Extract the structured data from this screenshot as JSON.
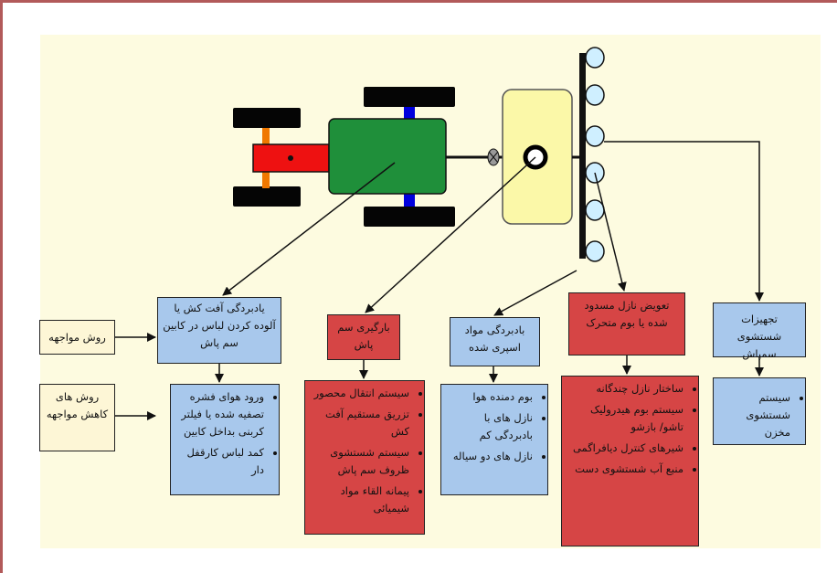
{
  "rows": {
    "exposure_route": "روش مواجهه",
    "reduction_methods": "روش های کاهش مواجهه"
  },
  "columns": [
    {
      "heading": "یادبردگی آفت کش یا آلوده کردن لباس در کابین سم پاش",
      "heading_color": "#a8c8ec",
      "items": [
        "ورود هوای فشره تصفیه شده یا فیلتر کربنی بداخل کابین",
        "کمد لباس کارقفل دار"
      ],
      "items_color": "#a8c8ec"
    },
    {
      "heading": "بارگیری سم پاش",
      "heading_color": "#d64545",
      "items": [
        "سیستم انتقال محصور",
        "تزریق مستقیم آفت کش",
        "سیستم شستشوی ظروف سم پاش",
        "پیمانه القاء مواد شیمیائی"
      ],
      "items_color": "#d64545"
    },
    {
      "heading": "بادبردگی مواد اسپری شده",
      "heading_color": "#a8c8ec",
      "items": [
        "بوم دمنده هوا",
        "نازل های با بادبردگی کم",
        "نازل های دو سیاله"
      ],
      "items_color": "#a8c8ec"
    },
    {
      "heading": "تعویض نازل مسدود شده یا بوم متحرک",
      "heading_color": "#d64545",
      "items": [
        "ساختار نازل چندگانه",
        "سیستم بوم هیدرولیک تاشو/ بازشو",
        "شیرهای کنترل دیافراگمی",
        "منبع آب شستشوی دست"
      ],
      "items_color": "#d64545"
    },
    {
      "heading": "تجهیزات شستشوی سمپاش",
      "heading_color": "#a8c8ec",
      "items": [
        "سیستم شستشوی مخزن"
      ],
      "items_color": "#a8c8ec"
    }
  ],
  "colors": {
    "panel": "#fdfbe0",
    "tractor_body": "#1f8f3a",
    "hitch": "#ee1111",
    "tank": "#fbf8a8",
    "nozzle": "#cfefff",
    "frame": "#b25a5a"
  }
}
